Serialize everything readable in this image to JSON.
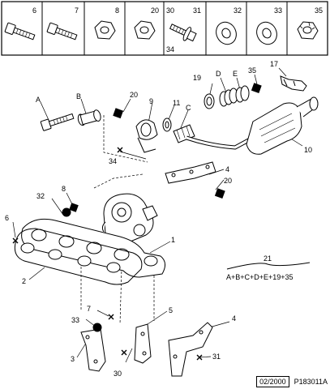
{
  "parts_header": [
    {
      "number": "6",
      "icon": "long-bolt-icon"
    },
    {
      "number": "7",
      "icon": "long-bolt-icon"
    },
    {
      "number": "8",
      "icon": "hex-nut-icon"
    },
    {
      "number": "20",
      "icon": "hex-nut-icon"
    },
    {
      "number": "30",
      "number2": "31",
      "number3": "34",
      "icon": "flange-bolt-icon"
    },
    {
      "number": "32",
      "icon": "washer-icon"
    },
    {
      "number": "33",
      "icon": "washer-icon"
    },
    {
      "number": "35",
      "icon": "castle-nut-icon"
    }
  ],
  "callouts": {
    "A": "A",
    "B": "B",
    "C": "C",
    "D": "D",
    "E": "E",
    "n1": "1",
    "n2": "2",
    "n3": "3",
    "n4a": "4",
    "n4b": "4",
    "n5": "5",
    "n6": "6",
    "n7": "7",
    "n8": "8",
    "n9": "9",
    "n10": "10",
    "n11": "11",
    "n17": "17",
    "n19": "19",
    "n20a": "20",
    "n20b": "20",
    "n30": "30",
    "n31": "31",
    "n32": "32",
    "n33": "33",
    "n34": "34",
    "n35": "35",
    "n21": "21"
  },
  "kit_formula": "A+B+C+D+E+19+35",
  "footer": {
    "date": "02/2000",
    "reference": "P183011A"
  }
}
